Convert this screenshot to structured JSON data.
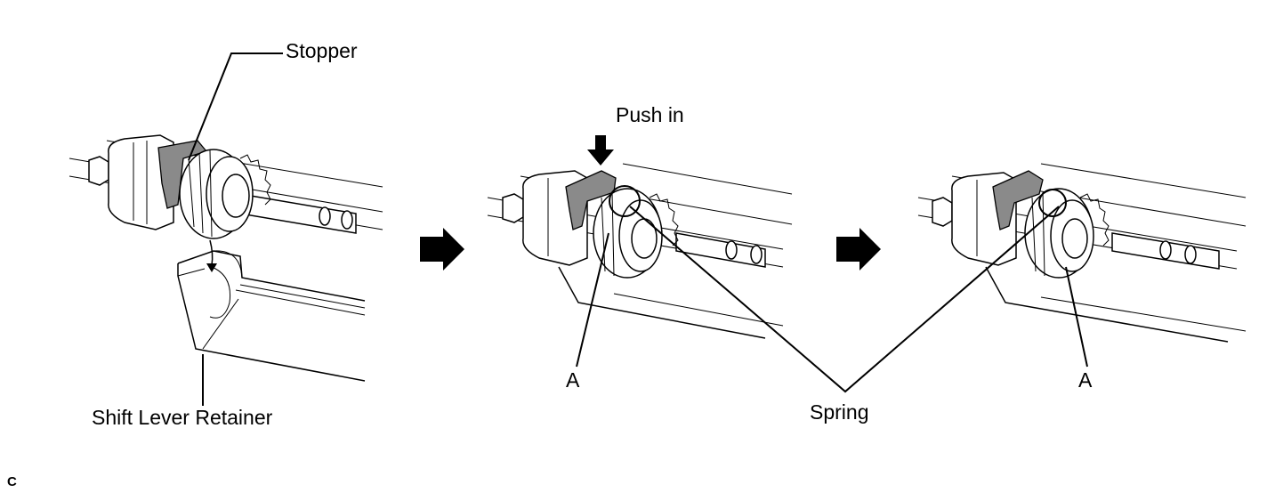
{
  "labels": {
    "stopper": "Stopper",
    "push_in": "Push in",
    "shift_lever_retainer": "Shift Lever Retainer",
    "a_left": "A",
    "a_right": "A",
    "spring": "Spring"
  },
  "figure_code": "C",
  "colors": {
    "line": "#000000",
    "stopper_fill": "#8a8a8a",
    "background": "#ffffff"
  }
}
